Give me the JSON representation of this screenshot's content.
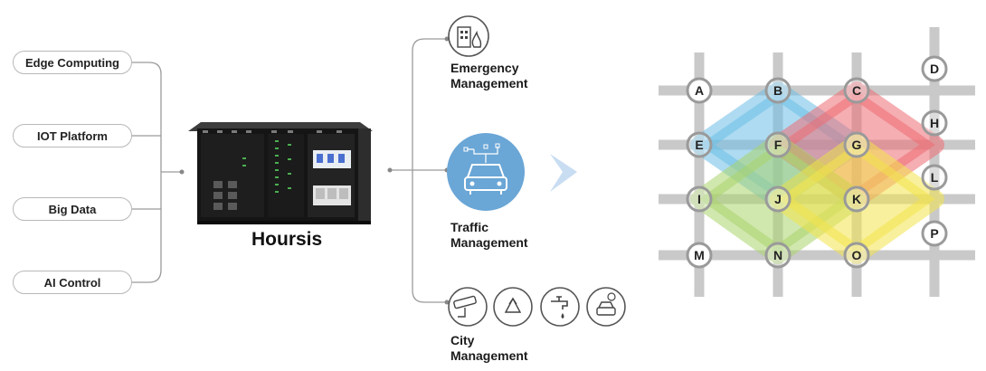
{
  "inputs": [
    "Edge Computing",
    "IOT Platform",
    "Big Data",
    "AI Control"
  ],
  "device": {
    "name": "Hoursis"
  },
  "applications": {
    "emergency": {
      "line1": "Emergency",
      "line2": "Management",
      "icon": "building-fire-icon"
    },
    "traffic": {
      "line1": "Traffic",
      "line2": "Management",
      "icon": "connected-car-icon"
    },
    "city": {
      "line1": "City",
      "line2": "Management",
      "icons": [
        "cctv-camera-icon",
        "recycle-icon",
        "water-tap-icon",
        "car-emission-icon"
      ]
    }
  },
  "grid": {
    "nodes": [
      "A",
      "B",
      "C",
      "D",
      "E",
      "F",
      "G",
      "H",
      "I",
      "J",
      "K",
      "L",
      "M",
      "N",
      "O",
      "P"
    ],
    "colors": {
      "blue": "#6bbde5",
      "red": "#ec6b73",
      "green": "#a9d36b",
      "yellow": "#f3e34a",
      "road": "#c9c9c9"
    }
  }
}
